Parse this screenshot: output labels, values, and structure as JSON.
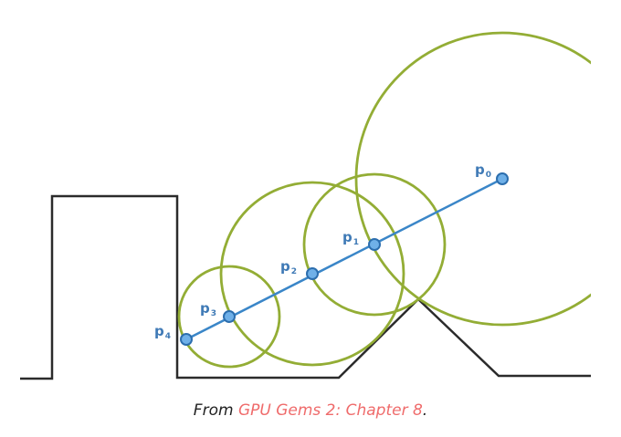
{
  "points": [
    {
      "id": "p0",
      "main": "p",
      "sub": "0"
    },
    {
      "id": "p1",
      "main": "p",
      "sub": "1"
    },
    {
      "id": "p2",
      "main": "p",
      "sub": "2"
    },
    {
      "id": "p3",
      "main": "p",
      "sub": "3"
    },
    {
      "id": "p4",
      "main": "p",
      "sub": "4"
    }
  ],
  "caption": {
    "prefix": "From ",
    "link_text": "GPU Gems 2: Chapter 8",
    "suffix": "."
  },
  "colors": {
    "terrain": "#2b2b2b",
    "ray": "#3a86c8",
    "point_fill": "#6fb0e8",
    "point_stroke": "#2c6eae",
    "circle": "#93ad35",
    "label": "#3f7ab6",
    "link": "#ef6b6b"
  }
}
